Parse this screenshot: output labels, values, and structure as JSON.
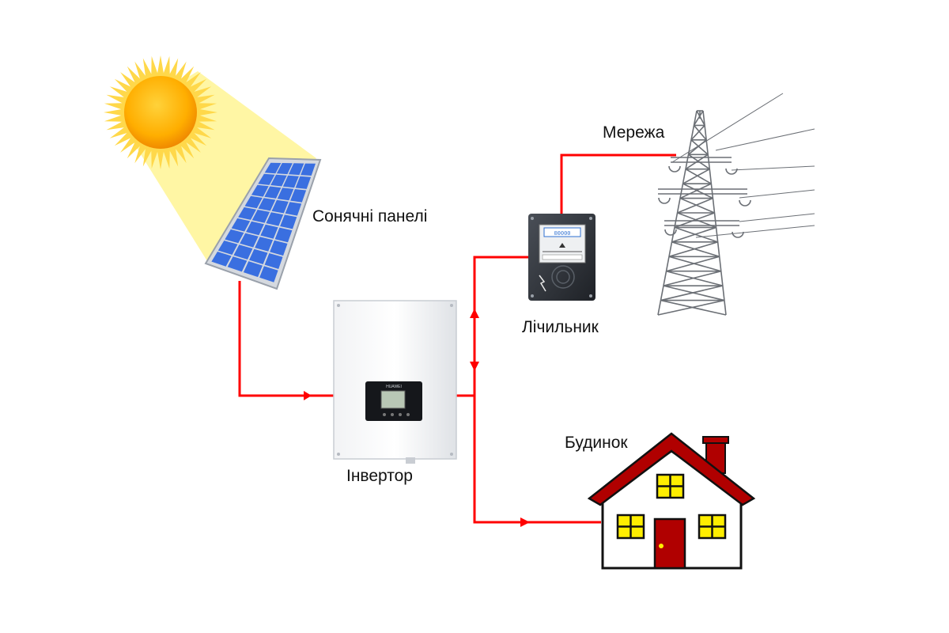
{
  "labels": {
    "solar_panels": "Сонячні панелі",
    "inverter": "Інвертор",
    "meter": "Лічильник",
    "grid": "Мережа",
    "house": "Будинок"
  },
  "inverter_brand": "HUAWEI",
  "meter_display": "00000",
  "colors": {
    "wire": "#ff0000",
    "sun": "#ffaa00",
    "sun_ray": "#fff176",
    "panel_cell": "#3a6fe0",
    "panel_frame": "#c9ced6",
    "house_roof": "#b00000",
    "house_window": "#ffee00",
    "house_door": "#b00000"
  }
}
